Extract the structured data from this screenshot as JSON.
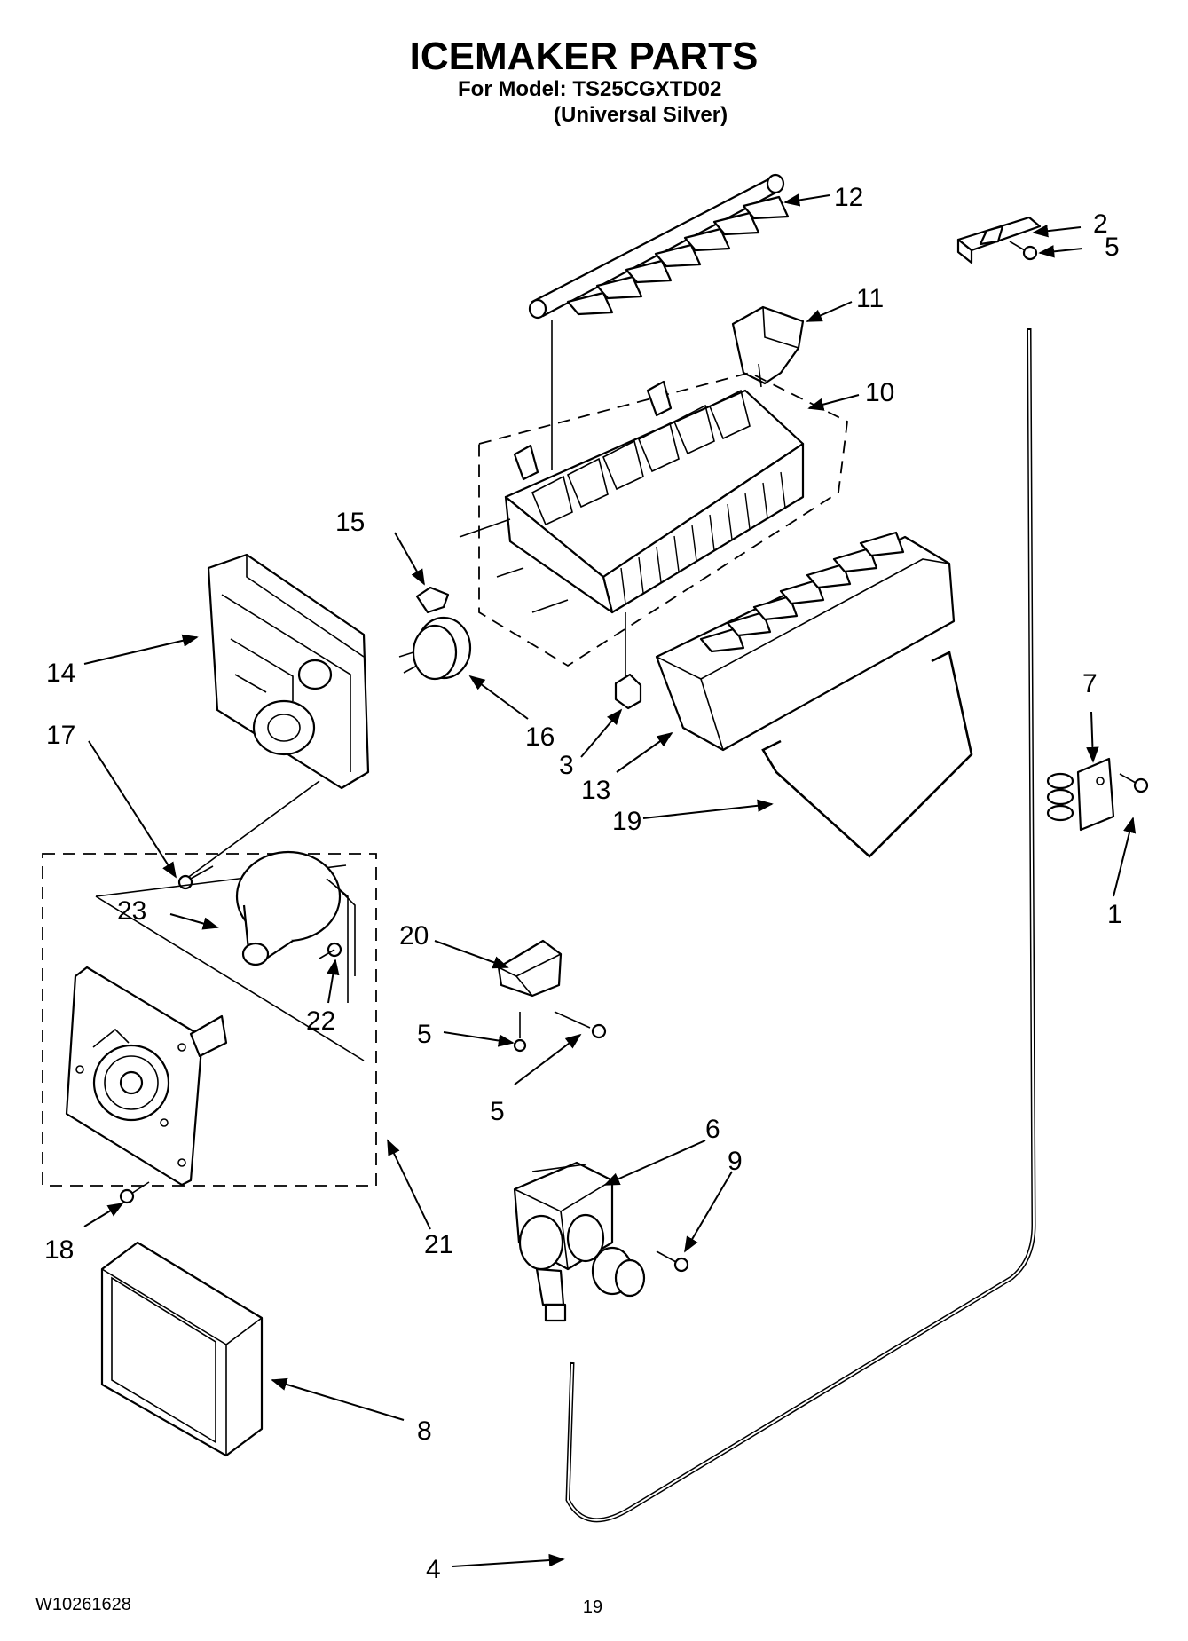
{
  "header": {
    "title": "ICEMAKER PARTS",
    "model_line": "For Model: TS25CGXTD02",
    "color_line": "(Universal Silver)"
  },
  "footer": {
    "doc_number": "W10261628",
    "page_number": "19"
  },
  "callouts": {
    "c1": "1",
    "c2": "2",
    "c3": "3",
    "c4": "4",
    "c5a": "5",
    "c5b": "5",
    "c5c": "5",
    "c6": "6",
    "c7": "7",
    "c8": "8",
    "c9": "9",
    "c10": "10",
    "c11": "11",
    "c12": "12",
    "c13": "13",
    "c14": "14",
    "c15": "15",
    "c16": "16",
    "c17": "17",
    "c18": "18",
    "c19": "19",
    "c20": "20",
    "c21": "21",
    "c22": "22",
    "c23": "23"
  }
}
